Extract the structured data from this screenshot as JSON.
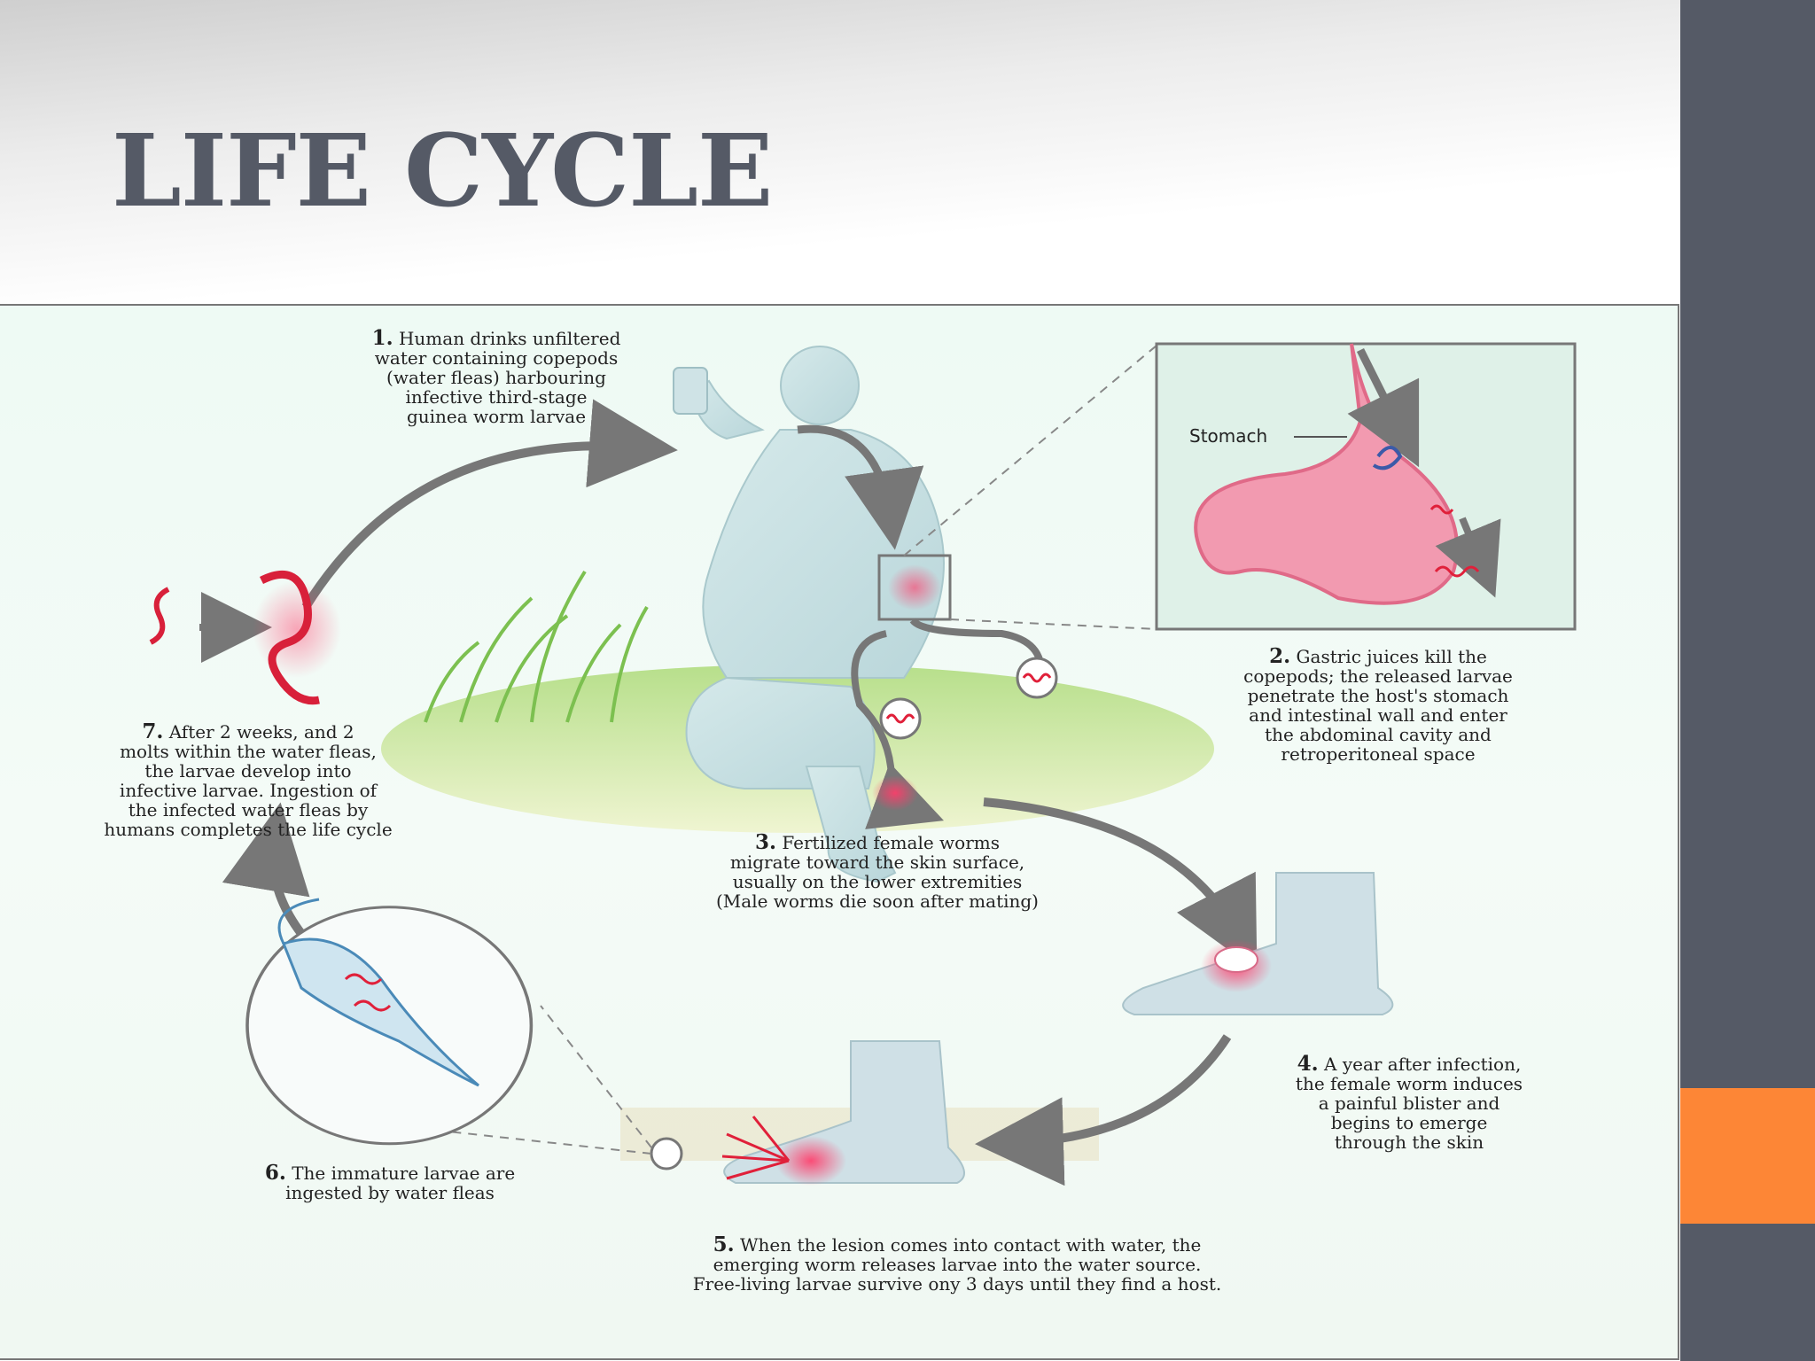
{
  "slide": {
    "title": "LIFE CYCLE",
    "colors": {
      "title": "#555a66",
      "sidebar": "#555a66",
      "accent": "#fd8636"
    }
  },
  "diagram": {
    "stomach_label": "Stomach",
    "steps": [
      {
        "num": "1.",
        "lines": [
          "Human drinks unfiltered",
          "water containing copepods",
          "(water fleas) harbouring",
          "infective third-stage",
          "guinea worm larvae"
        ]
      },
      {
        "num": "2.",
        "lines": [
          "Gastric juices kill the",
          "copepods; the released larvae",
          "penetrate the host's stomach",
          "and intestinal wall and enter",
          "the abdominal cavity and",
          "retroperitoneal space"
        ]
      },
      {
        "num": "3.",
        "lines": [
          "Fertilized female worms",
          "migrate toward the skin surface,",
          "usually on the lower extremities",
          "(Male worms die soon after mating)"
        ]
      },
      {
        "num": "4.",
        "lines": [
          "A year after infection,",
          "the female worm induces",
          "a painful blister and",
          "begins to emerge",
          "through the skin"
        ]
      },
      {
        "num": "5.",
        "lines": [
          "When the lesion comes into contact with water, the",
          "emerging worm releases larvae into the water source.",
          "Free-living larvae survive ony 3 days until they find a host."
        ]
      },
      {
        "num": "6.",
        "lines": [
          "The immature larvae are",
          "ingested by water fleas"
        ]
      },
      {
        "num": "7.",
        "lines": [
          "After 2 weeks, and 2",
          "molts within the water fleas,",
          "the larvae develop into",
          "infective larvae. Ingestion of",
          "the infected water fleas by",
          "humans completes the life cycle"
        ]
      }
    ]
  }
}
